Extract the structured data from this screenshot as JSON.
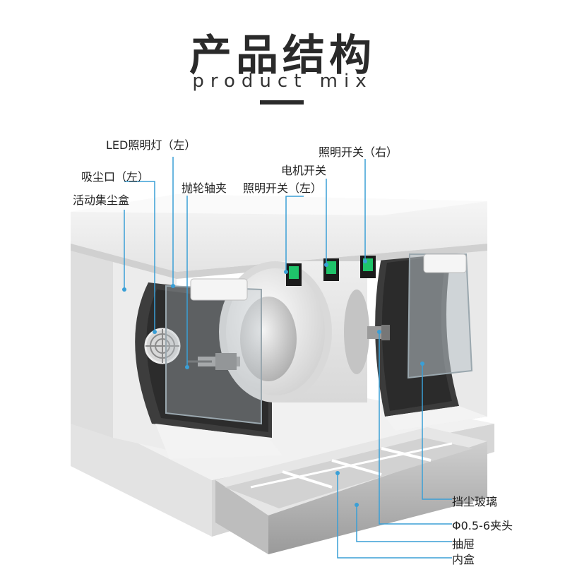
{
  "header": {
    "title": "产品结构",
    "subtitle": "product mix"
  },
  "labels": {
    "led_light_left": "LED照明灯（左）",
    "dust_inlet_left": "吸尘口（左）",
    "dust_box": "活动集尘盒",
    "shaft_clamp": "抛轮轴夹",
    "light_switch_left": "照明开关（左）",
    "motor_switch": "电机开关",
    "light_switch_right": "照明开关（右）",
    "dust_glass": "挡尘玻璃",
    "chuck": "Φ0.5-6夹头",
    "drawer": "抽屉",
    "inner_box": "内盒"
  },
  "colors": {
    "callout_line": "#3a9fd6",
    "callout_dot": "#3a9fd6",
    "switch_green": "#1fc36a",
    "switch_body": "#1b1b1b"
  }
}
